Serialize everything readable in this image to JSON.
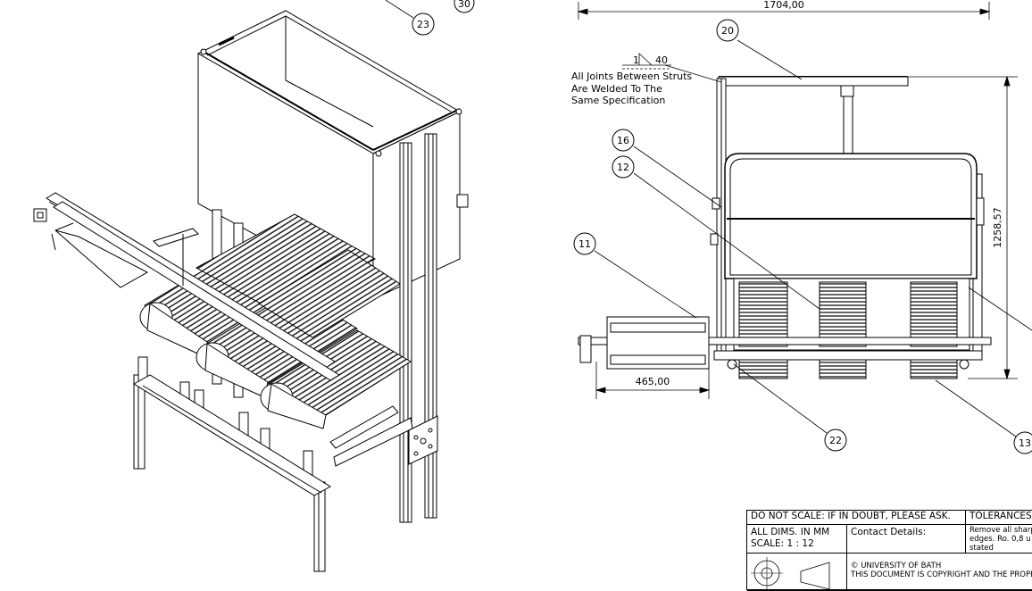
{
  "balloons": {
    "b23": "23",
    "b30": "30",
    "b20": "20",
    "b16": "16",
    "b12": "12",
    "b11": "11",
    "b22": "22",
    "b13": "13"
  },
  "dimensions": {
    "overall_width": "1704,00",
    "height": "1258,57",
    "offset": "465,00"
  },
  "weld": {
    "leg": "1",
    "pitch": "40"
  },
  "note": {
    "line1": "All Joints Between Struts",
    "line2": "Are Welded To The",
    "line3": "Same Specification"
  },
  "title_block": {
    "do_not_scale": "DO NOT SCALE: IF IN DOUBT, PLEASE ASK.",
    "tolerances": "TOLERANCES U",
    "all_dims": "ALL DIMS. IN MM",
    "scale": "SCALE: 1 : 12",
    "contact": "Contact Details:",
    "remove_line1": "Remove all sharp",
    "remove_line2": "edges.  Ro. 0,8 u",
    "remove_line3": "stated",
    "copyright1": "© UNIVERSITY OF BATH",
    "copyright2": "THIS DOCUMENT IS COPYRIGHT AND THE PROPER"
  }
}
